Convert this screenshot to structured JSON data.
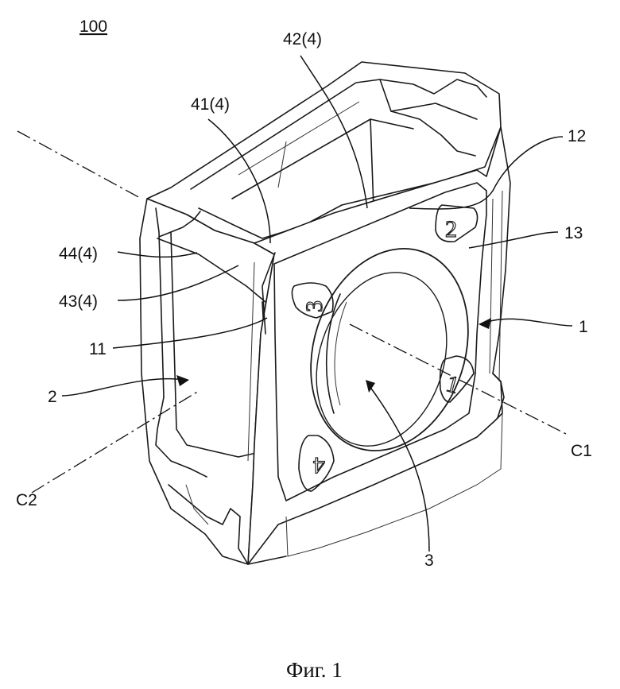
{
  "figure": {
    "title": "100",
    "caption": "Фиг. 1",
    "labels": {
      "l42": "42(4)",
      "l41": "41(4)",
      "l12": "12",
      "l13": "13",
      "l44": "44(4)",
      "l43": "43(4)",
      "l1": "1",
      "l11": "11",
      "l2": "2",
      "c1": "C1",
      "c2": "C2",
      "l3": "3"
    },
    "face_numbers": {
      "n2": "2",
      "n3": "3",
      "n1": "1",
      "n4": "4"
    }
  }
}
